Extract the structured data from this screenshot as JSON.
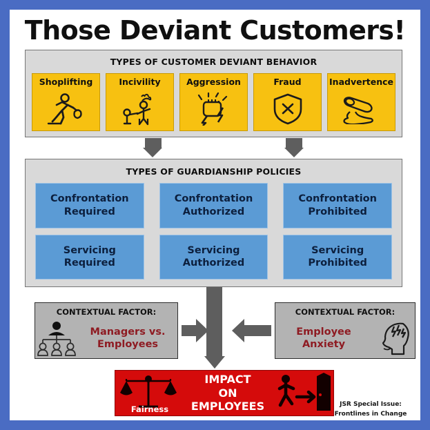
{
  "title": "Those Deviant Customers!",
  "colors": {
    "frame_blue": "#4a6cc3",
    "behavior_yellow": "#f7c111",
    "policy_blue": "#5b9bd5",
    "panel_gray": "#d9d9d9",
    "context_gray": "#b3b3b3",
    "impact_red": "#d50b0b",
    "context_title_red": "#8e1b22",
    "arrow_gray": "#5e5e5e"
  },
  "behavior_section": {
    "heading": "TYPES OF CUSTOMER DEVIANT BEHAVIOR",
    "items": [
      {
        "label": "Shoplifting",
        "icon": "running-thief-icon"
      },
      {
        "label": "Incivility",
        "icon": "arguing-people-icon"
      },
      {
        "label": "Aggression",
        "icon": "fist-lightning-icon"
      },
      {
        "label": "Fraud",
        "icon": "shield-cross-icon"
      },
      {
        "label": "Inadvertence",
        "icon": "spilled-cup-icon"
      }
    ]
  },
  "policy_section": {
    "heading": "TYPES OF GUARDIANSHIP POLICIES",
    "items": [
      {
        "line1": "Confrontation",
        "line2": "Required"
      },
      {
        "line1": "Confrontation",
        "line2": "Authorized"
      },
      {
        "line1": "Confrontation",
        "line2": "Prohibited"
      },
      {
        "line1": "Servicing",
        "line2": "Required"
      },
      {
        "line1": "Servicing",
        "line2": "Authorized"
      },
      {
        "line1": "Servicing",
        "line2": "Prohibited"
      }
    ]
  },
  "context_left": {
    "heading": "CONTEXTUAL FACTOR:",
    "line1": "Managers vs.",
    "line2": "Employees",
    "icon": "org-chart-people-icon"
  },
  "context_right": {
    "heading": "CONTEXTUAL FACTOR:",
    "line1": "Employee",
    "line2": "Anxiety",
    "icon": "anxious-head-icon"
  },
  "impact": {
    "line1": "IMPACT",
    "line2": "ON EMPLOYEES",
    "scale_label": "Fairness",
    "scale_icon": "balance-scales-icon",
    "exit_icon": "person-exit-door-icon"
  },
  "credit": {
    "line1": "JSR Special Issue:",
    "line2": "Frontlines in Change"
  }
}
